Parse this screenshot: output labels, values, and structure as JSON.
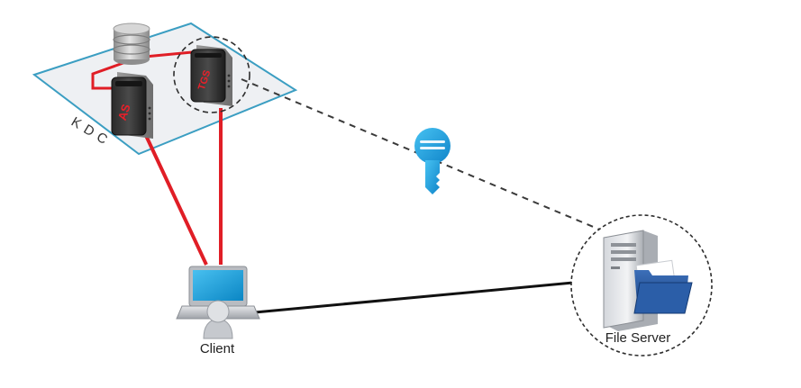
{
  "diagram": {
    "kdc": {
      "label": "KDC",
      "color": "#3b9ec2"
    },
    "as_server": {
      "label": "AS"
    },
    "tgs_server": {
      "label": "TGS"
    },
    "client": {
      "label": "Client"
    },
    "file_server": {
      "label": "File Server"
    },
    "colors": {
      "server_label": "#e8202a",
      "red_link": "#e01e26",
      "key": "#1f9ed8",
      "laptop_screen": "#1aa0dc"
    },
    "icons": {
      "database": "database-icon",
      "key": "key-icon",
      "laptop": "laptop-icon",
      "user": "user-icon",
      "server_tower": "server-tower-icon",
      "folder": "folder-icon"
    }
  }
}
